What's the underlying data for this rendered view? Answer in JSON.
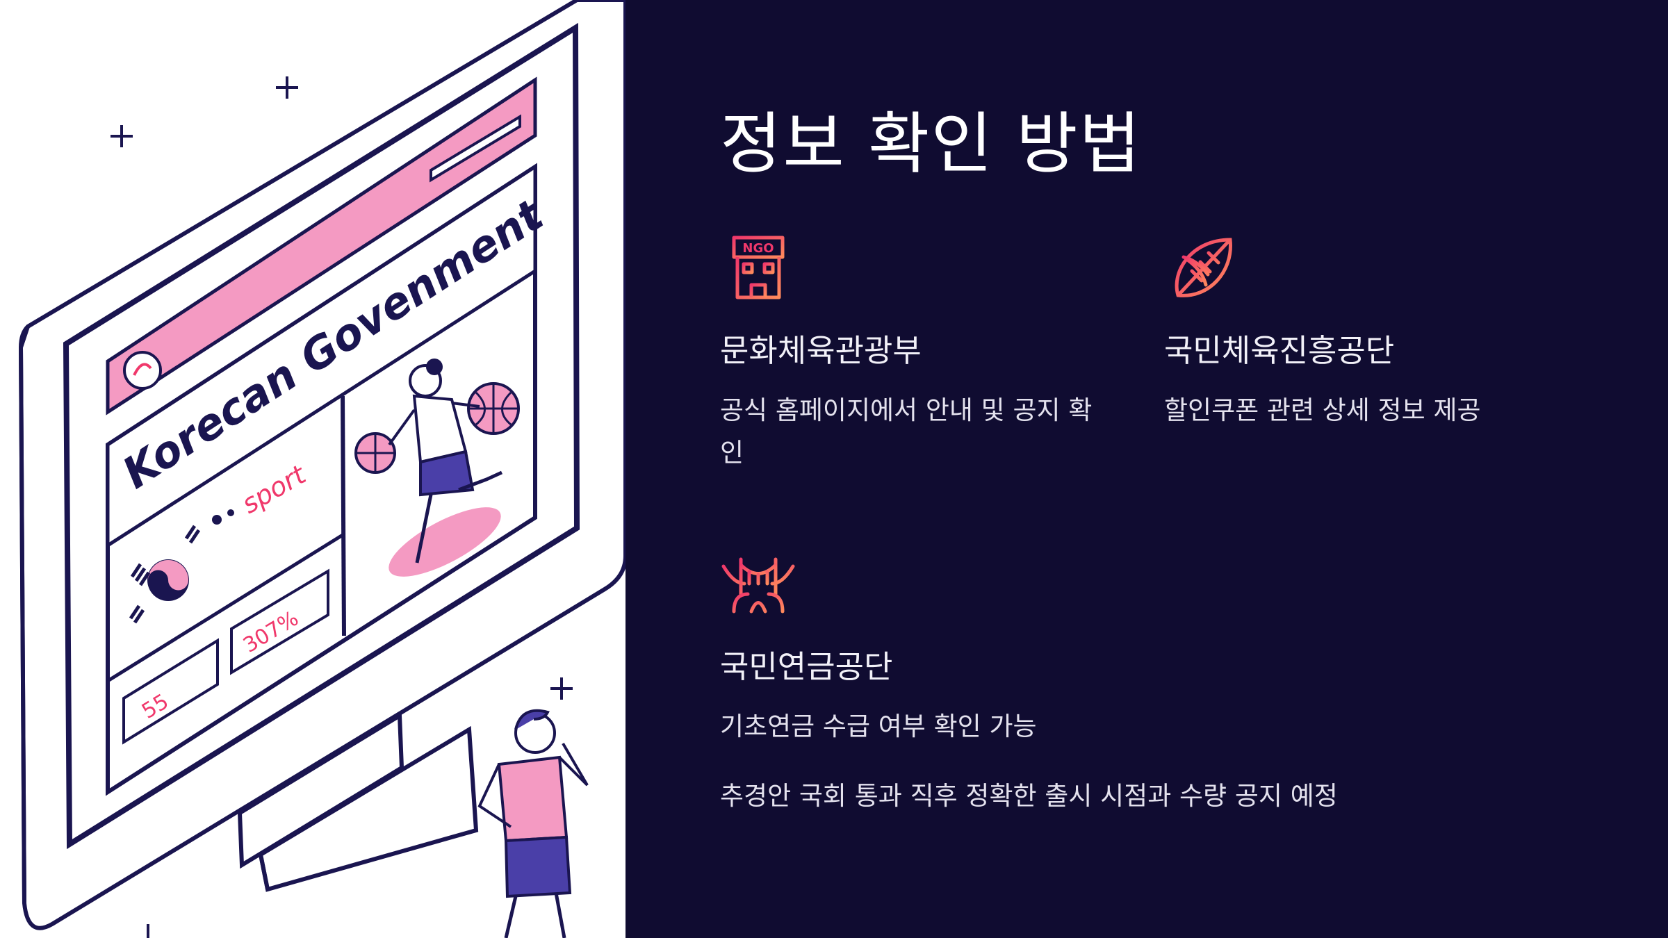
{
  "illustration": {
    "header_text": "Korecan Govenment",
    "sport_text": "sport",
    "tile_1_text": "307%",
    "tile_2_text": "55",
    "colors": {
      "navy": "#1a1550",
      "pink": "#f49ac2",
      "purple": "#4a3fa8"
    }
  },
  "panel": {
    "title": "정보 확인 방법",
    "cards": [
      {
        "icon": "ngo-building-icon",
        "title": "문화체육관광부",
        "desc": "공식 홈페이지에서 안내 및 공지 확인"
      },
      {
        "icon": "rugby-ball-icon",
        "title": "국민체육진흥공단",
        "desc": "할인쿠폰 관련 상세 정보 제공"
      },
      {
        "icon": "bridge-icon",
        "title": "국민연금공단",
        "desc": "기초연금 수급 여부 확인 가능"
      }
    ],
    "footnote": "추경안 국회 통과 직후 정확한 출시 시점과 수량 공지 예정",
    "colors": {
      "background": "#100c31",
      "icon_gradient_start": "#f0386b",
      "icon_gradient_end": "#ff8a5c"
    }
  }
}
